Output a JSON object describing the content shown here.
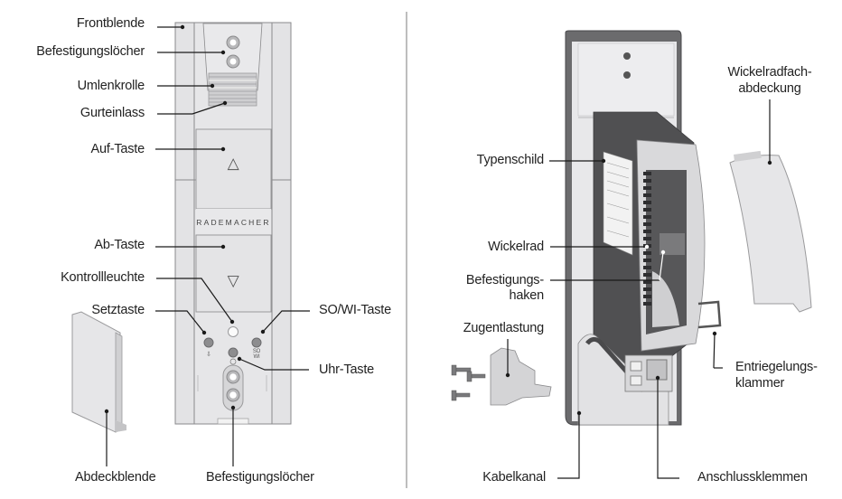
{
  "brand": "RADEMACHER",
  "front_view": {
    "labels": {
      "frontblende": "Frontblende",
      "befestigungsloecher_top": "Befestigungslöcher",
      "umlenkrolle": "Umlenkrolle",
      "gurteinlass": "Gurteinlass",
      "auf_taste": "Auf-Taste",
      "ab_taste": "Ab-Taste",
      "kontrollleuchte": "Kontrollleuchte",
      "setztaste": "Setztaste",
      "so_wi_taste": "SO/WI-Taste",
      "uhr_taste": "Uhr-Taste",
      "abdeckblende": "Abdeckblende",
      "befestigungsloecher_bottom": "Befestigungslöcher"
    },
    "button_glyphs": {
      "up": "△",
      "down": "▽",
      "so_wi": "SO\nWI",
      "clock": "⏲"
    }
  },
  "rear_view": {
    "labels": {
      "typenschild": "Typenschild",
      "wickelrad": "Wickelrad",
      "befestigungshaken_1": "Befestigungs-",
      "befestigungshaken_2": "haken",
      "zugentlastung": "Zugentlastung",
      "kabelkanal": "Kabelkanal",
      "anschlussklemmen": "Anschlussklemmen",
      "entriegelungsklammer_1": "Entriegelungs-",
      "entriegelungsklammer_2": "klammer",
      "wickelradfach_1": "Wickelradfach-",
      "wickelradfach_2": "abdeckung"
    }
  },
  "colors": {
    "device_light": "#e6e6e8",
    "device_dark": "#58585a",
    "outline": "#8a8a8c",
    "leader": "#1a1a1a",
    "divider": "#a8a8a8"
  }
}
